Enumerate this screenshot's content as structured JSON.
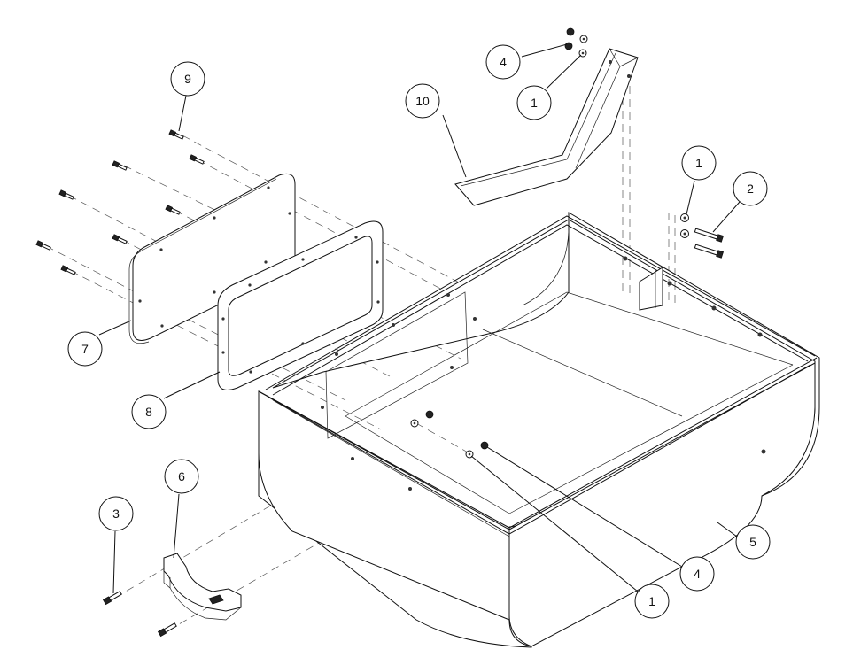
{
  "callouts": [
    {
      "id": "c9",
      "label": "9"
    },
    {
      "id": "c10",
      "label": "10"
    },
    {
      "id": "c4a",
      "label": "4"
    },
    {
      "id": "c1a",
      "label": "1"
    },
    {
      "id": "c1b",
      "label": "1"
    },
    {
      "id": "c2",
      "label": "2"
    },
    {
      "id": "c7",
      "label": "7"
    },
    {
      "id": "c8",
      "label": "8"
    },
    {
      "id": "c6",
      "label": "6"
    },
    {
      "id": "c3",
      "label": "3"
    },
    {
      "id": "c5",
      "label": "5"
    },
    {
      "id": "c4b",
      "label": "4"
    },
    {
      "id": "c1c",
      "label": "1"
    }
  ]
}
